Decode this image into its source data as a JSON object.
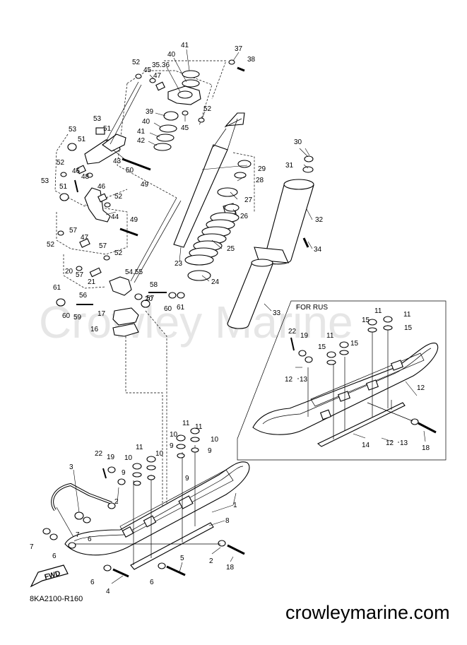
{
  "watermark": "Crowley Marine",
  "diagram_code": "8KA2100-R160",
  "footer_site": "crowleymarine.com",
  "inset_title": "FOR RUS",
  "fwd_label": "FWD",
  "callouts": {
    "c41": "41",
    "c37": "37",
    "c38": "38",
    "c40a": "40",
    "c52a": "52",
    "c45a": "45",
    "c3536": "35.36",
    "c47a": "47",
    "c52b": "52",
    "c45b": "45",
    "c39": "39",
    "c40b": "40",
    "c41b": "41",
    "c42": "42",
    "c53a": "53",
    "c53b": "53",
    "c51a": "51",
    "c51b": "51",
    "c52c": "52",
    "c43": "43",
    "c46a": "46",
    "c48": "48",
    "c50": "50",
    "c49a": "49",
    "c53c": "53",
    "c51c": "51",
    "c46b": "46",
    "c52d": "52",
    "c44": "44",
    "c49b": "49",
    "c57a": "57",
    "c47b": "47",
    "c52e": "52",
    "c57b": "57",
    "c52f": "52",
    "c20a": "20",
    "c57c": "57",
    "c21": "21",
    "c5455": "54.55",
    "c61a": "61",
    "c56": "56",
    "c58": "58",
    "c60a": "60",
    "c59": "59",
    "c57d": "57",
    "c60b": "60",
    "c61b": "61",
    "c17": "17",
    "c20b": "20",
    "c16": "16",
    "c29": "29",
    "c28": "28",
    "c27": "27",
    "c26": "26",
    "c25": "25",
    "c23": "23",
    "c24": "24",
    "c30": "30",
    "c31": "31",
    "c32": "32",
    "c34": "34",
    "c33": "33",
    "c11a": "11",
    "c11b": "11",
    "c10a": "10",
    "c10b": "10",
    "c9a": "9",
    "c9b": "9",
    "c11c": "11",
    "c10c": "10",
    "c10d": "10",
    "c9c": "9",
    "c9d": "9",
    "c22": "22",
    "c19": "19",
    "c3": "3",
    "c2a": "2",
    "c1": "1",
    "c8": "8",
    "c7a": "7",
    "c7b": "7",
    "c6a": "6",
    "c6b": "6",
    "c6c": "6",
    "c6d": "6",
    "c4": "4",
    "c5": "5",
    "c2b": "2",
    "c18": "18",
    "r11a": "11",
    "r11b": "11",
    "r15a": "15",
    "r15b": "15",
    "r22": "22",
    "r19": "19",
    "r11c": "11",
    "r15c": "15",
    "r15d": "15",
    "r1213a": "12",
    "r1213a2": "13",
    "r12": "12",
    "r1213b": "12",
    "r1213b2": "13",
    "r14": "14",
    "r18": "18"
  }
}
